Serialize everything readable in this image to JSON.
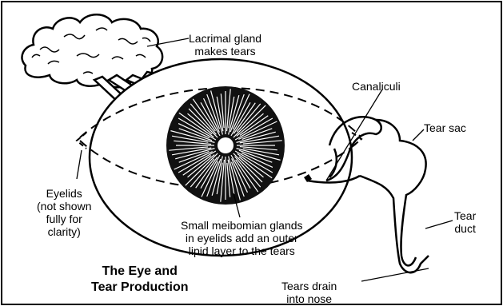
{
  "diagram": {
    "title": [
      "The Eye and",
      "Tear Production"
    ],
    "labels": {
      "lacrimal_gland": [
        "Lacrimal gland",
        "makes tears"
      ],
      "canaliculi": [
        "Canaliculi"
      ],
      "tear_sac": [
        "Tear sac"
      ],
      "tear_duct": [
        "Tear",
        "duct"
      ],
      "eyelids": [
        "Eyelids",
        "(not shown",
        "fully for",
        "clarity)"
      ],
      "meibomian": [
        "Small meibomian glands",
        "in eyelids add an outer",
        "lipid layer to the tears"
      ],
      "drain": [
        "Tears drain",
        "into nose"
      ]
    }
  }
}
